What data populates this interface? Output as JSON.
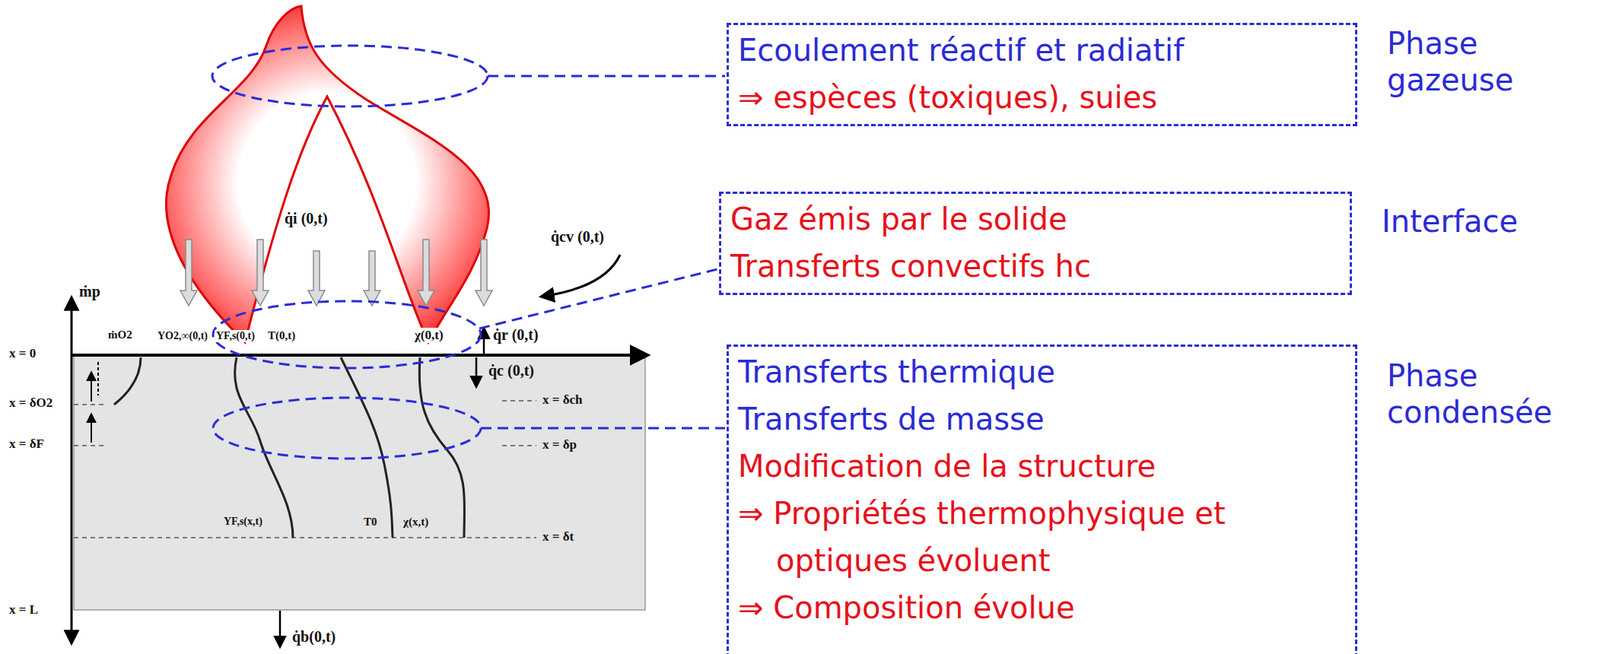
{
  "diagram": {
    "nodes": [
      {
        "text": [
          "Ecoulement réactif et radiatif",
          "⇒ espèces (toxiques), suies",
          "Phase gazeuse"
        ]
      },
      {
        "text": [
          "Gaz émis par le solide",
          "Transferts convectifs hc",
          "Interface"
        ]
      },
      {
        "text": [
          "Transferts thermique",
          "Transferts de masse",
          "Modification de la structure",
          "⇒ Propriétés thermophysique et optiques évoluent",
          "⇒ Composition évolue",
          "Phase condensée"
        ]
      }
    ],
    "labels": [
      "ṁp",
      "ṁO2",
      "YO2,∞(0,t)",
      "YF,s(0,t)",
      "T(0,t)",
      "χ(0,t)",
      "q̇r (0,t)",
      "q̇c (0,t)",
      "q̇i (0,t)",
      "q̇cv (0,t)",
      "x = 0",
      "x = δO2",
      "x = δF",
      "x = δch",
      "x = δp",
      "x = δt",
      "x = L",
      "YF,s(x,t)",
      "T0",
      "χ(x,t)",
      "q̇b(0,t)"
    ]
  }
}
